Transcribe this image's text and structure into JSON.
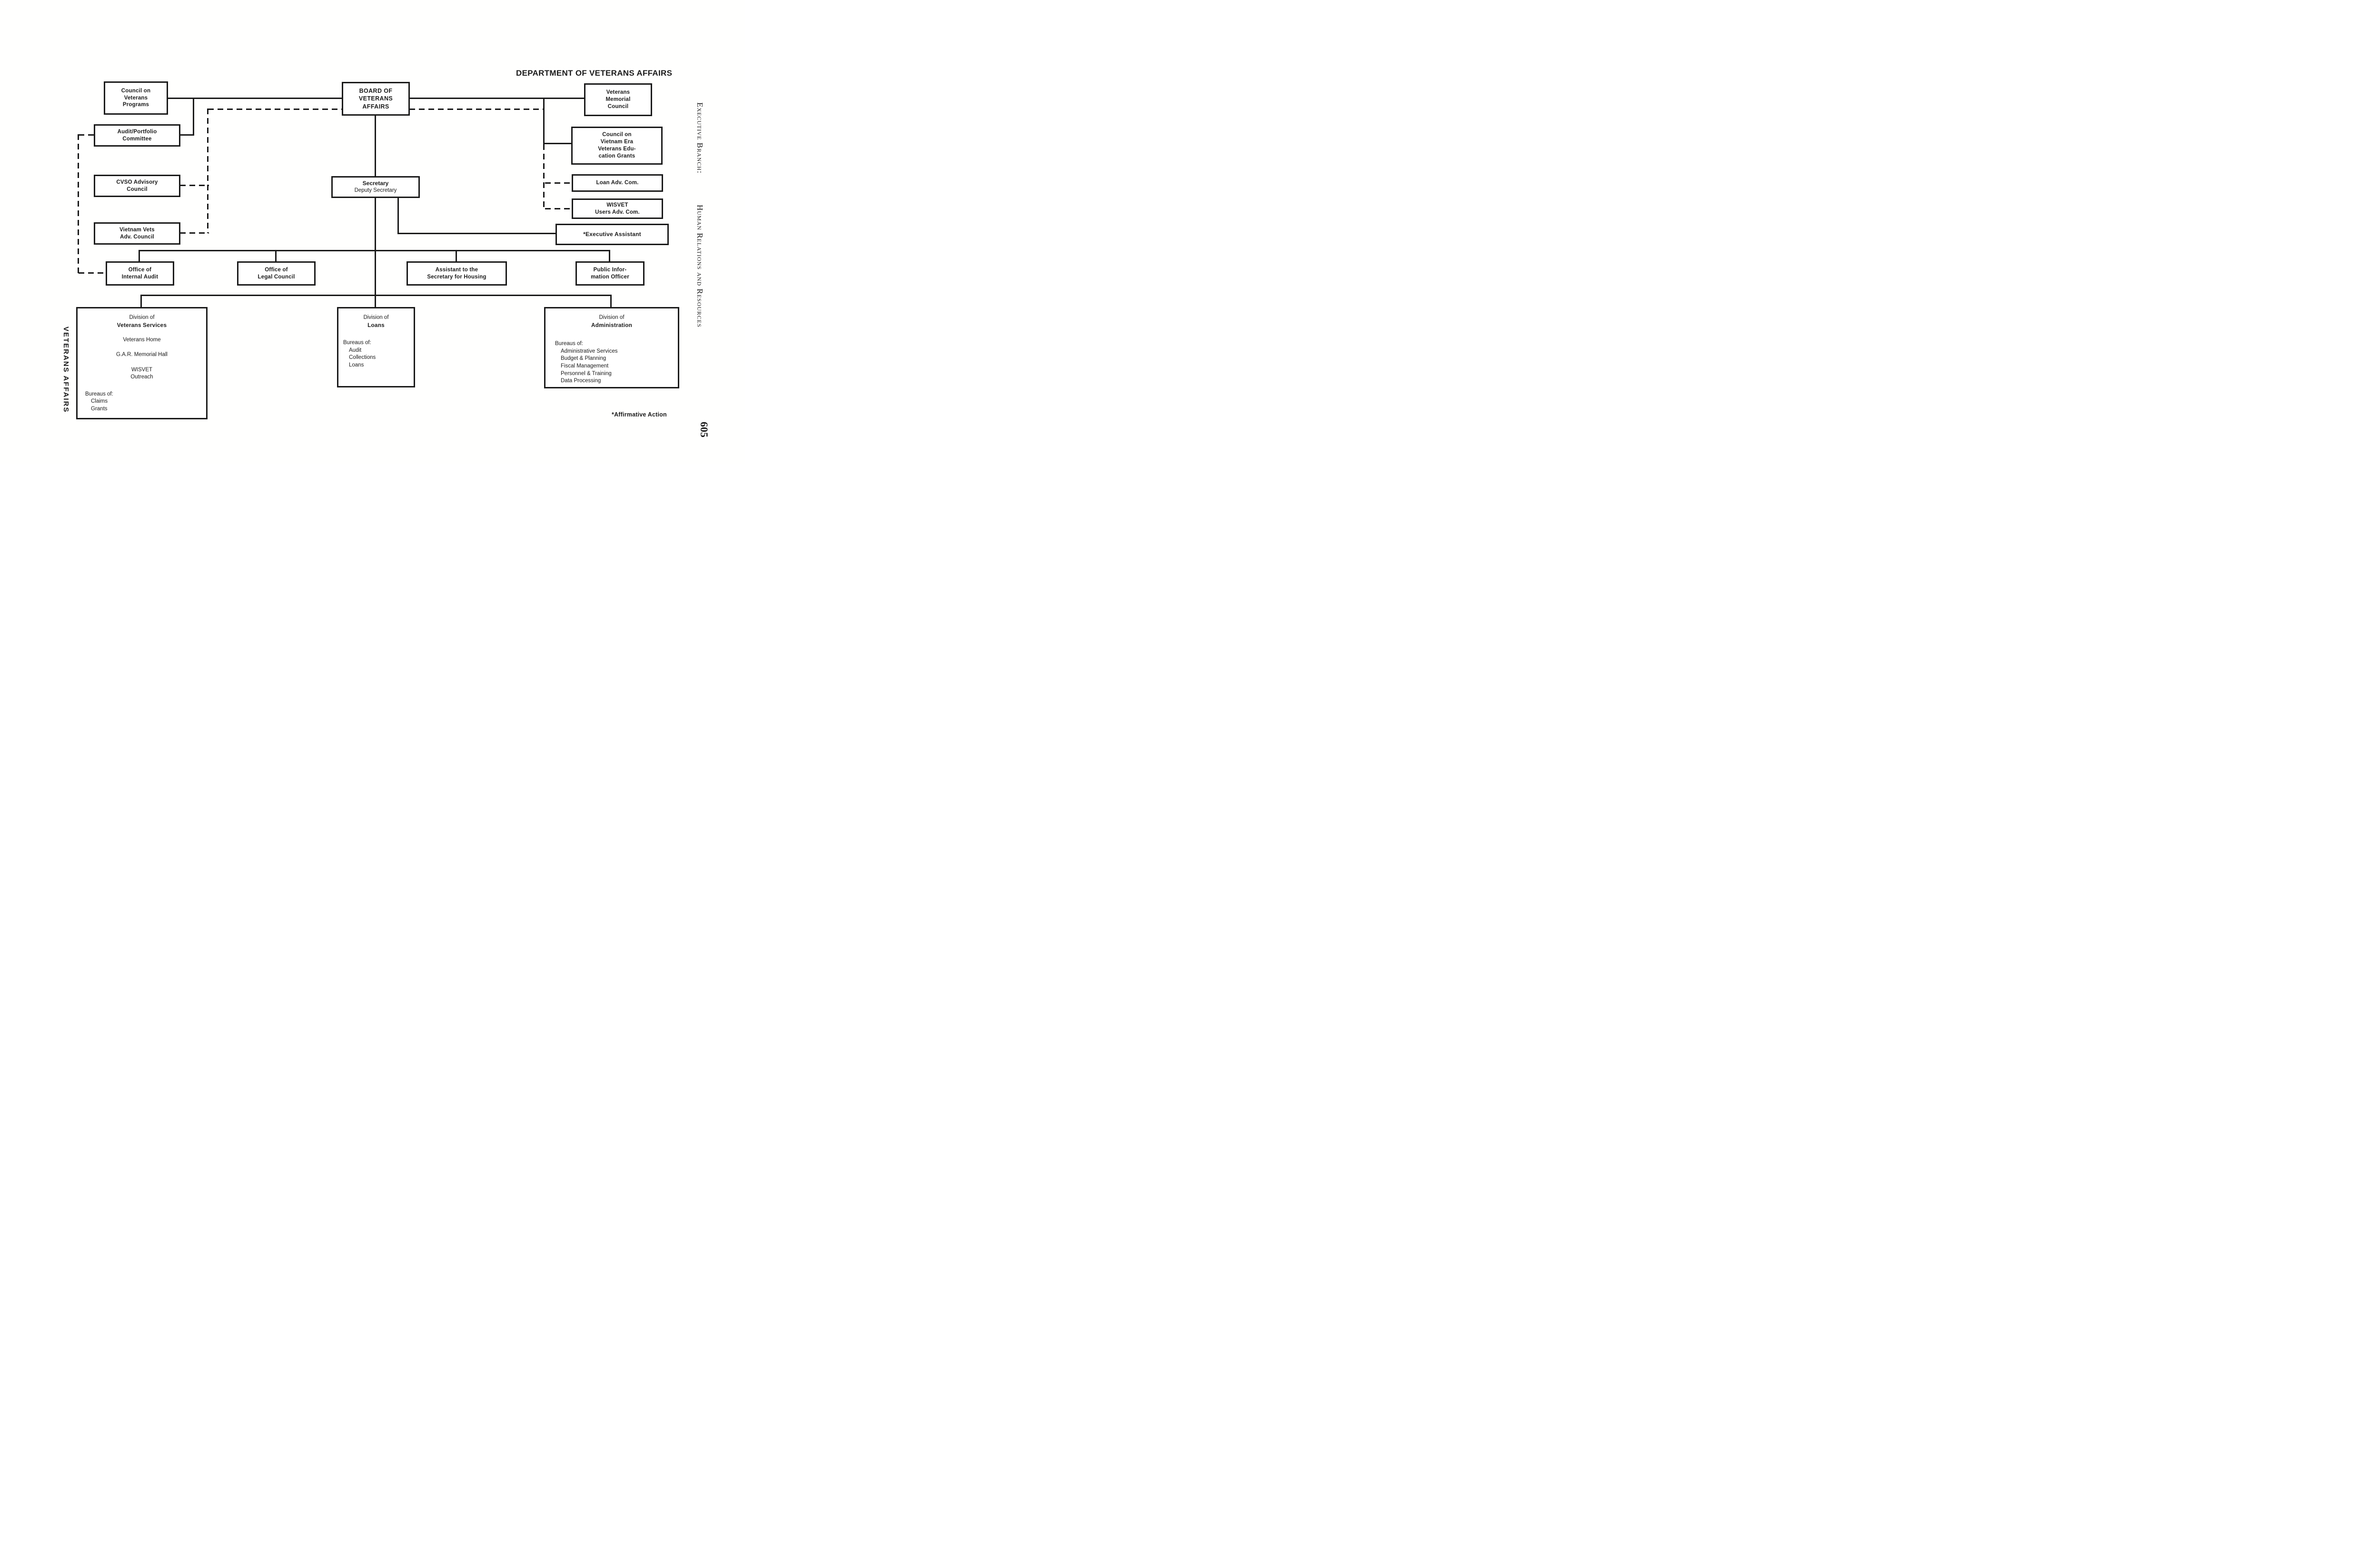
{
  "page": {
    "title": "DEPARTMENT OF VETERANS AFFAIRS",
    "footnote": "*Affirmative Action",
    "page_number": "605",
    "margin_label_right_1": "Executive Branch:",
    "margin_label_right_2": "Human Relations and Resources",
    "margin_label_left": "VETERANS AFFAIRS"
  },
  "colors": {
    "ink": "#1a1a1a",
    "paper": "#ffffff"
  },
  "boxes": {
    "council_programs": {
      "label": "Council on\nVeterans\nPrograms"
    },
    "board": {
      "label": "BOARD OF\nVETERANS\nAFFAIRS"
    },
    "veterans_memorial": {
      "label": "Veterans\nMemorial\nCouncil"
    },
    "audit_portfolio": {
      "label": "Audit/Portfolio\nCommittee"
    },
    "cvso": {
      "label": "CVSO Advisory\nCouncil"
    },
    "vietnam_vets": {
      "label": "Vietnam Vets\nAdv. Council"
    },
    "vietnam_era": {
      "label": "Council on\nVietnam Era\nVeterans Edu-\ncation Grants"
    },
    "loan_adv": {
      "label": "Loan Adv. Com."
    },
    "wisvet_users": {
      "label": "WISVET\nUsers Adv. Com."
    },
    "exec_assistant": {
      "label": "*Executive Assistant"
    },
    "secretary": {
      "title": "Secretary",
      "subtitle": "Deputy Secretary"
    },
    "internal_audit": {
      "label": "Office of\nInternal Audit"
    },
    "legal_council": {
      "label": "Office of\nLegal Council"
    },
    "asst_housing": {
      "label": "Assistant to the\nSecretary for Housing"
    },
    "public_info": {
      "label": "Public Infor-\nmation Officer"
    }
  },
  "divisions": {
    "veterans_services": {
      "pre": "Division of",
      "name": "Veterans Services",
      "units": "Veterans Home\n\nG.A.R. Memorial Hall\n\nWISVET\nOutreach",
      "bureaus_label": "Bureaus of:",
      "bureaus": "Claims\nGrants"
    },
    "loans": {
      "pre": "Division of",
      "name": "Loans",
      "bureaus_label": "Bureaus of:",
      "bureaus": "Audit\nCollections\nLoans"
    },
    "administration": {
      "pre": "Division of",
      "name": "Administration",
      "bureaus_label": "Bureaus of:",
      "bureaus": "Administrative Services\nBudget & Planning\nFiscal Management\nPersonnel & Training\nData Processing"
    }
  }
}
